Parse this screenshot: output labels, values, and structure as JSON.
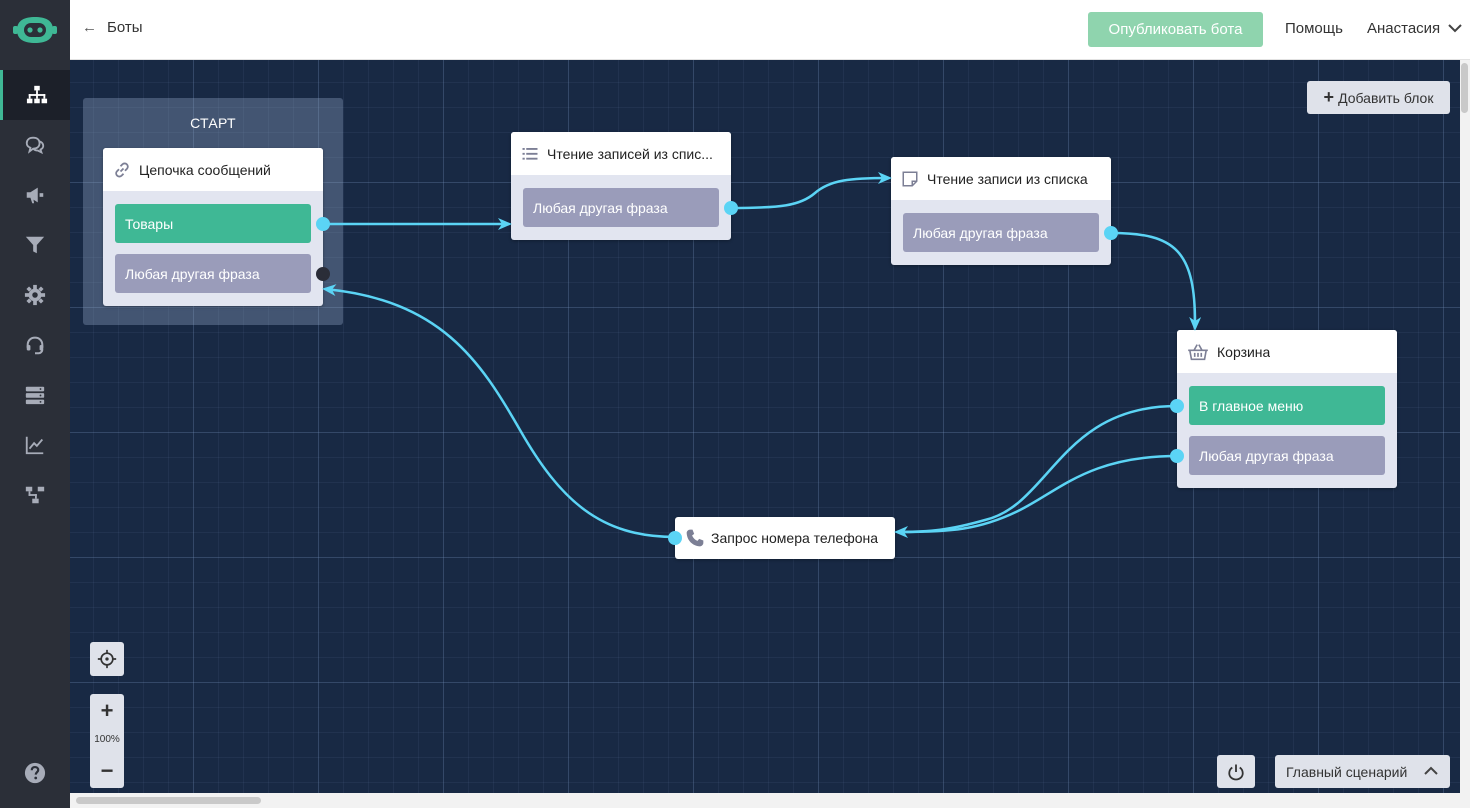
{
  "topbar": {
    "back_label": "Боты",
    "publish_label": "Опубликовать бота",
    "help_label": "Помощь",
    "user_name": "Анастасия"
  },
  "sidebar": {
    "items": [
      {
        "icon": "sitemap-icon",
        "active": true
      },
      {
        "icon": "chat-icon"
      },
      {
        "icon": "megaphone-icon"
      },
      {
        "icon": "filter-icon"
      },
      {
        "icon": "gear-icon"
      },
      {
        "icon": "headset-icon"
      },
      {
        "icon": "database-icon"
      },
      {
        "icon": "chart-icon"
      },
      {
        "icon": "hierarchy-icon"
      }
    ],
    "bottom_icon": "help-icon"
  },
  "canvas": {
    "add_block_label": "Добавить блок",
    "zoom_level": "100%",
    "scenario_label": "Главный сценарий",
    "colors": {
      "background": "#182944",
      "connector": "#5bd4f5",
      "green_button": "#3fb895",
      "gray_button": "#9a9cba"
    },
    "start_group": {
      "label": "СТАРТ",
      "block": {
        "title": "Цепочка сообщений",
        "icon": "link-icon",
        "buttons": [
          "Товары",
          "Любая другая фраза"
        ]
      }
    },
    "blocks": [
      {
        "id": "list-read-many",
        "title": "Чтение записей из спис...",
        "icon": "list-icon",
        "buttons": [
          "Любая другая фраза"
        ]
      },
      {
        "id": "list-read-one",
        "title": "Чтение записи из списка",
        "icon": "note-icon",
        "buttons": [
          "Любая другая фраза"
        ]
      },
      {
        "id": "cart",
        "title": "Корзина",
        "icon": "basket-icon",
        "buttons": [
          "В главное меню",
          "Любая другая фраза"
        ]
      },
      {
        "id": "phone",
        "title": "Запрос номера телефона",
        "icon": "phone-icon"
      }
    ]
  }
}
